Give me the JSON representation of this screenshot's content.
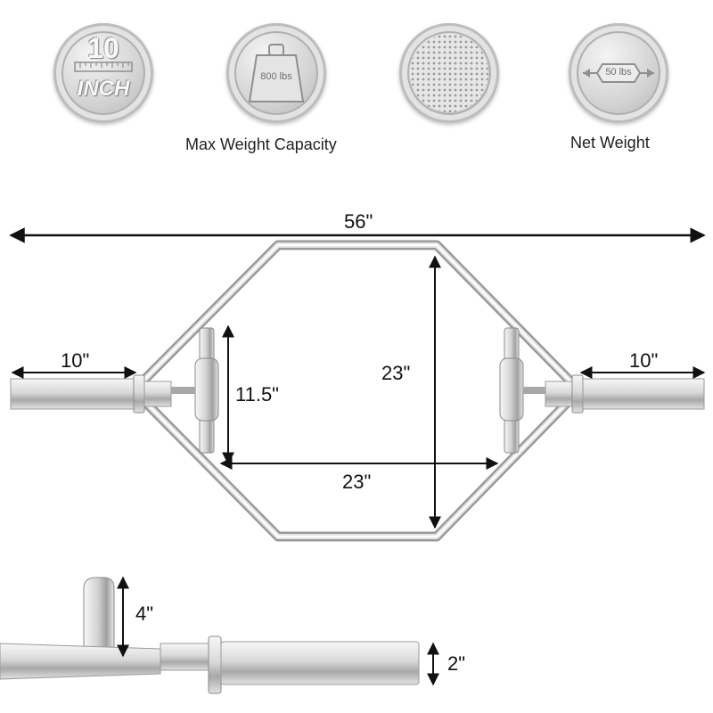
{
  "badges": {
    "length": {
      "number": "10",
      "unit": "INCH"
    },
    "capacity": {
      "plate_text": "800 lbs"
    },
    "net_weight": {
      "plate_text": "50 lbs"
    }
  },
  "captions": {
    "capacity": "Max Weight Capacity",
    "net_weight": "Net Weight"
  },
  "dimensions": {
    "overall_length": "56\"",
    "left_sleeve": "10\"",
    "right_sleeve": "10\"",
    "handle_height": "11.5\"",
    "inner_height": "23\"",
    "inner_width": "23\"",
    "handle_rise": "4\"",
    "sleeve_diameter": "2\""
  },
  "colors": {
    "steel_light": "#f2f2f2",
    "steel_mid": "#c8c8c8",
    "steel_dark": "#8a8a8a",
    "arrow": "#111111"
  }
}
